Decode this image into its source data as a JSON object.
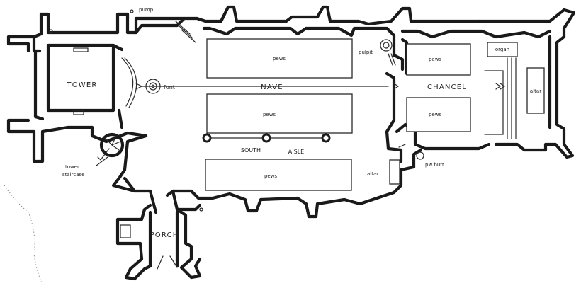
{
  "labels": {
    "tower": "TOWER",
    "font": "font",
    "nave": "NAVE",
    "south": "SOUTH",
    "aisle": "AISLE",
    "chancel": "CHANCEL",
    "porch": "PORCH",
    "pulpit": "pulpit",
    "organ": "organ",
    "altar_chancel": "altar",
    "altar_aisle": "altar",
    "pews": "pews",
    "pw_butt": "pw butt",
    "pump": "pump",
    "tower_staircase_line1": "tower",
    "tower_staircase_line2": "staircase"
  },
  "colors": {
    "ink": "#1a1a1a",
    "paper": "#ffffff"
  }
}
